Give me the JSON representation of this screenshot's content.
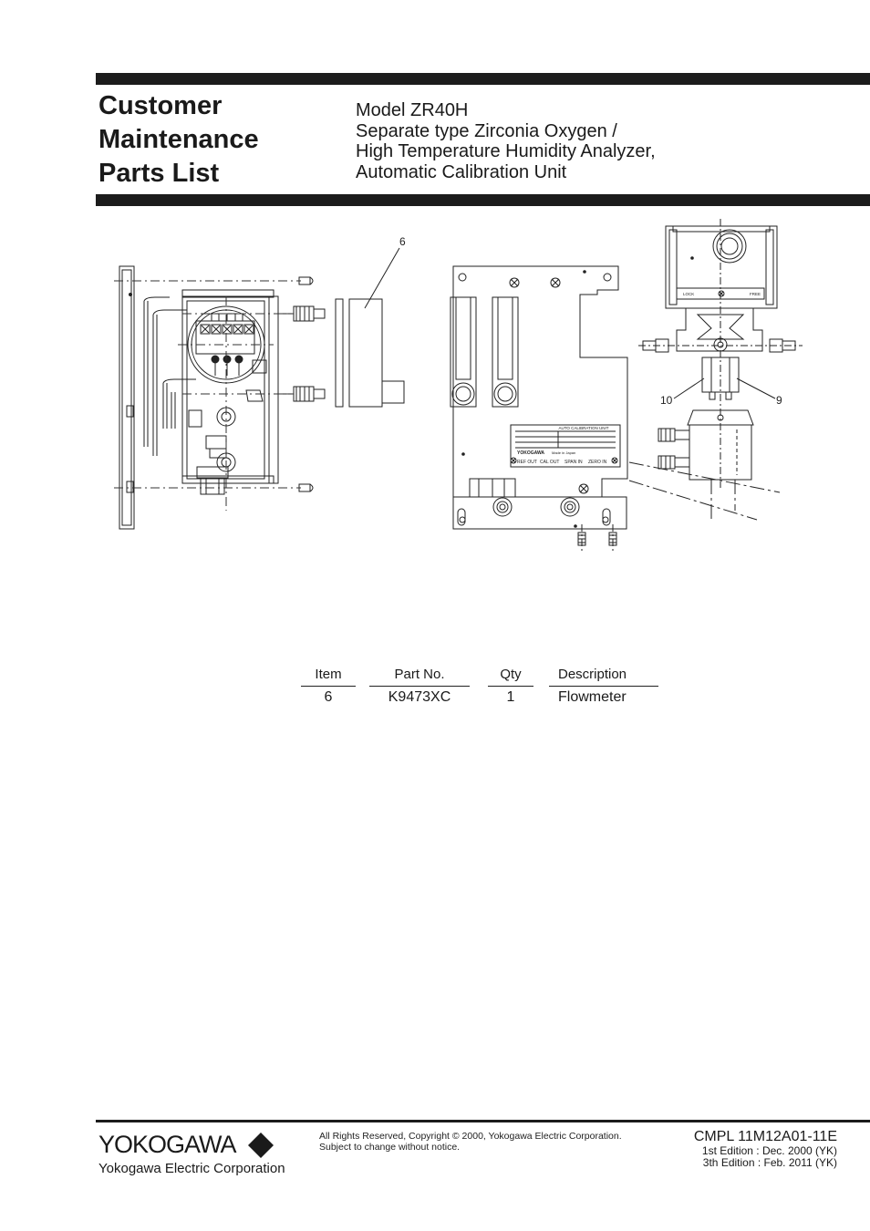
{
  "header": {
    "title_lines": [
      "Customer",
      "Maintenance",
      "Parts List"
    ],
    "model_lines": [
      "Model ZR40H",
      "Separate type Zirconia Oxygen /",
      "High Temperature Humidity Analyzer,",
      "Automatic Calibration Unit"
    ]
  },
  "drawing": {
    "callouts": {
      "item6": "6",
      "item10": "10",
      "item9": "9"
    },
    "nameplate": {
      "title": "AUTO CALIBRATION UNIT",
      "maker": "YOKOGAWA",
      "made_in": "Made in Japan"
    },
    "ports": [
      "REF OUT",
      "CAL OUT",
      "SPAN IN",
      "ZERO IN"
    ],
    "valve_labels": [
      "LOCK",
      "FREE"
    ]
  },
  "parts_table": {
    "headers": {
      "item": "Item",
      "part_no": "Part No.",
      "qty": "Qty",
      "description": "Description"
    },
    "rows": [
      {
        "item": "6",
        "part_no": "K9473XC",
        "qty": "1",
        "description": "Flowmeter"
      }
    ]
  },
  "footer": {
    "logo": "YOKOGAWA",
    "corporation": "Yokogawa Electric Corporation",
    "copyright": "All Rights Reserved, Copyright © 2000, Yokogawa Electric Corporation.",
    "notice": "Subject to change without notice.",
    "doc_code": "CMPL 11M12A01-11E",
    "edition_1": "1st Edition : Dec. 2000 (YK)",
    "edition_3": "3th Edition : Feb. 2011 (YK)"
  }
}
